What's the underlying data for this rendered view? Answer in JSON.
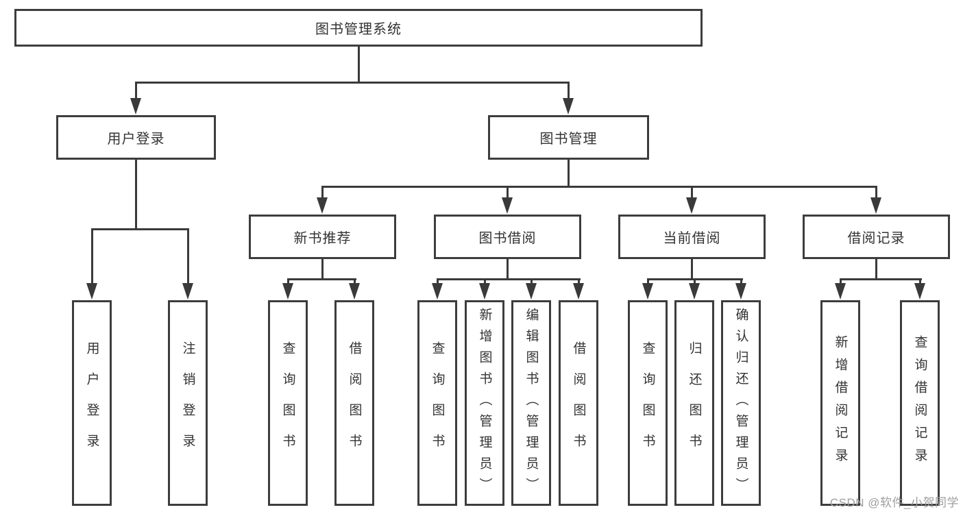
{
  "root": {
    "label": "图书管理系统"
  },
  "user_login": {
    "label": "用户登录",
    "children": [
      "用户登录",
      "注销登录"
    ]
  },
  "book_mgmt": {
    "label": "图书管理"
  },
  "new_books": {
    "label": "新书推荐",
    "children": [
      "查询图书",
      "借阅图书"
    ]
  },
  "book_borrow": {
    "label": "图书借阅",
    "children": [
      "查询图书",
      "新增图书（管理员）",
      "编辑图书（管理员）",
      "借阅图书"
    ]
  },
  "current_borrow": {
    "label": "当前借阅",
    "children": [
      "查询图书",
      "归还图书",
      "确认归还（管理员）"
    ]
  },
  "borrow_records": {
    "label": "借阅记录",
    "children": [
      "新增借阅记录",
      "查询借阅记录"
    ]
  },
  "watermark": {
    "text": "CSDN @软件_小贺同学"
  },
  "colors": {
    "box_border": "#3d3d3d",
    "connector": "#3a3a3a",
    "text": "#333333",
    "watermark_text": "#9e9e9e",
    "background": "#ffffff"
  }
}
